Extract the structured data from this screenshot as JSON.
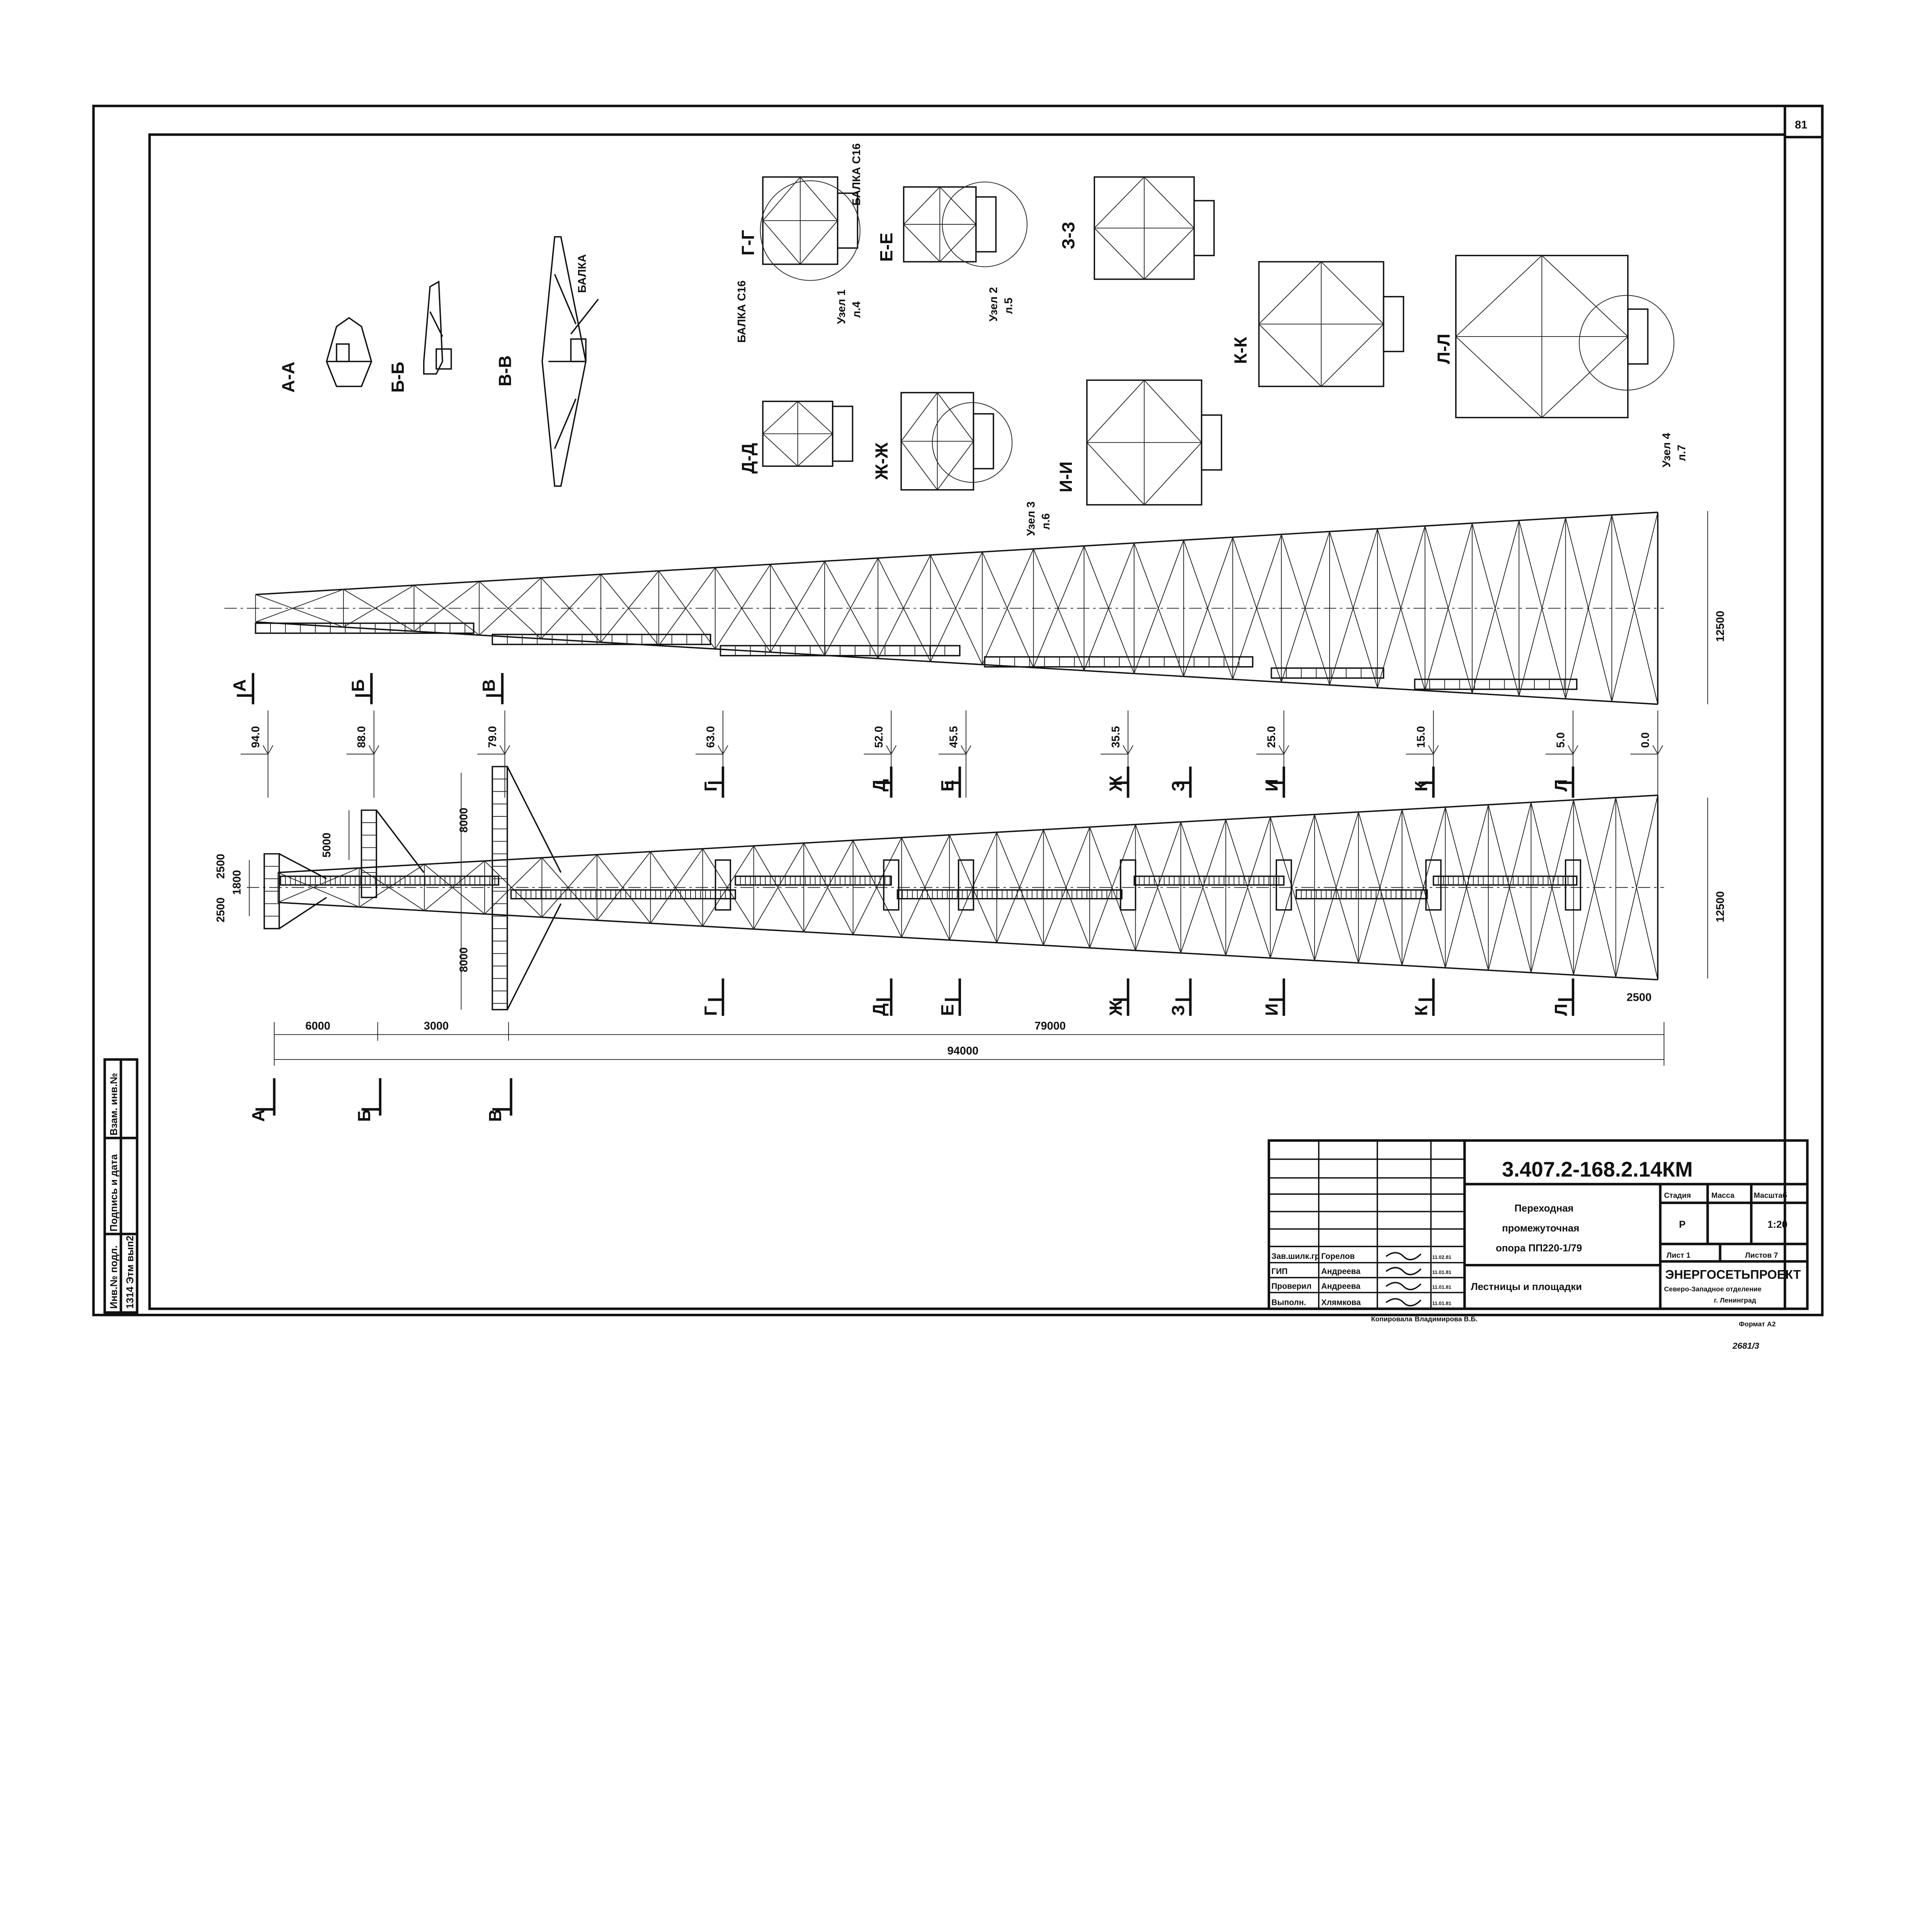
{
  "sheet_number": "81",
  "sheet_stamp": {
    "inv_podl": "Инв.№ подл.",
    "podpis_data": "Подпись и дата",
    "vzam_inv": "Взам. инв.№",
    "inv_value": "1314 Этм вып2"
  },
  "sections_small": {
    "aa": "А-А",
    "bb": "Б-Б",
    "vv": "В-В",
    "balka": "БАЛКА"
  },
  "sections_nodes": {
    "gg": "Г-Г",
    "ee": "Е-Е",
    "zz": "З-З",
    "kk": "К-К",
    "ll": "Л-Л",
    "dd": "Д-Д",
    "zhzh": "Ж-Ж",
    "ii": "И-И",
    "balka_s16_left": "БАЛКА С16",
    "balka_s16_right": "БАЛКА С16",
    "uzel1": "Узел 1",
    "uzel1_sheet": "л.4",
    "uzel2": "Узел 2",
    "uzel2_sheet": "л.5",
    "uzel3": "Узел 3",
    "uzel3_sheet": "л.6",
    "uzel4": "Узел 4",
    "uzel4_sheet": "л.7"
  },
  "plan_view": {
    "width_dim": "12500"
  },
  "elevation": {
    "levels": [
      "94.0",
      "88.0",
      "79.0",
      "63.0",
      "52.0",
      "45.5",
      "35.5",
      "25.0",
      "15.0",
      "5.0",
      "0.0"
    ],
    "cut_marks_top": [
      "А",
      "Б",
      "В"
    ],
    "cut_marks_mid": [
      "Г",
      "Д",
      "Е",
      "Ж",
      "З",
      "И",
      "К",
      "Л"
    ],
    "cut_marks_bottom": [
      "Г",
      "Д",
      "Е",
      "Ж",
      "З",
      "И",
      "К",
      "Л"
    ],
    "cut_marks_base": [
      "А",
      "Б",
      "В"
    ],
    "dims": {
      "d2500a": "2500",
      "d2500b": "2500",
      "d1800": "1800",
      "d5000": "5000",
      "d8000a": "8000",
      "d8000b": "8000",
      "d6000": "6000",
      "d3000": "3000",
      "d79000": "79000",
      "d94000": "94000",
      "d12500": "12500",
      "d2500c": "2500"
    }
  },
  "title_block": {
    "code": "3.407.2-168.2.14КМ",
    "object_title": [
      "Переходная",
      "промежуточная",
      "опора  ПП220-1/79"
    ],
    "sheet_title": "Лестницы и площадки",
    "stage_label": "Стадия",
    "mass_label": "Масса",
    "scale_label": "Масштаб",
    "stage": "Р",
    "mass": "",
    "scale": "1:20",
    "sheet_label": "Лист 1",
    "sheets_label": "Листов 7",
    "org_name": "ЭНЕРГОСЕТЬПРОЕКТ",
    "org_branch": "Северо-Западное отделение",
    "org_city": "г. Ленинград",
    "signatures": [
      {
        "role": "Зав.шилк.гр",
        "name": "Горелов",
        "date": "11.02.81"
      },
      {
        "role": "ГИП",
        "name": "Андреева",
        "date": "11.01.81"
      },
      {
        "role": "Проверил",
        "name": "Андреева",
        "date": "11.01.81"
      },
      {
        "role": "Выполн.",
        "name": "Хлямкова",
        "date": "11.01.81"
      }
    ],
    "copied_label": "Копировала",
    "copied_name": "Владимирова В.Б.",
    "format": "Формат А2",
    "archive_no": "2681/3"
  }
}
